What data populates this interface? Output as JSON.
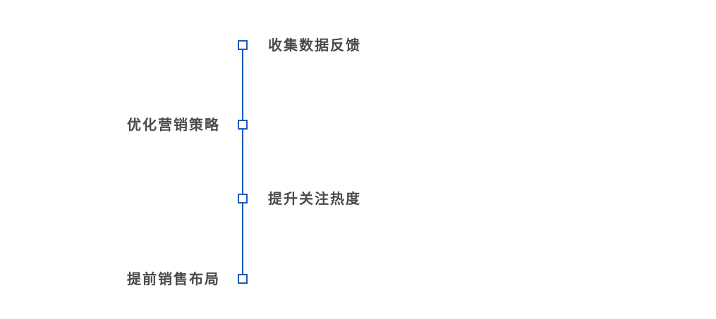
{
  "diagram": {
    "type": "vertical-timeline",
    "accent_color": "#1A5CB8",
    "node_fill": "#FFFFFF",
    "label_color": "#4A4A4A",
    "items": [
      {
        "label": "收集数据反馈",
        "side": "right"
      },
      {
        "label": "优化营销策略",
        "side": "left"
      },
      {
        "label": "提升关注热度",
        "side": "right"
      },
      {
        "label": "提前销售布局",
        "side": "left"
      }
    ]
  }
}
